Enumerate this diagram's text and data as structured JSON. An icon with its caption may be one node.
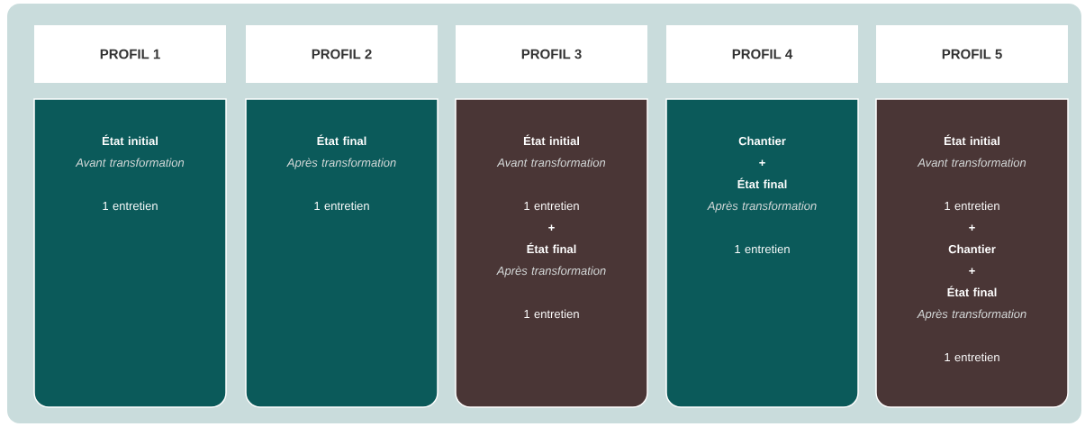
{
  "diagram": {
    "nodes": [
      {
        "text": [
          "PROFIL 1"
        ]
      },
      {
        "text": [
          "État initial",
          "Avant transformation",
          "1 entretien"
        ]
      },
      {
        "text": [
          "PROFIL 2"
        ]
      },
      {
        "text": [
          "État final",
          "Après transformation",
          "1 entretien"
        ]
      },
      {
        "text": [
          "PROFIL 3"
        ]
      },
      {
        "text": [
          "État initial",
          "Avant transformation",
          "1 entretien",
          "+",
          "État final",
          "Après transformation",
          "1 entretien"
        ]
      },
      {
        "text": [
          "PROFIL 4"
        ]
      },
      {
        "text": [
          "Chantier",
          "+",
          "État final",
          "Après transformation",
          "1 entretien"
        ]
      },
      {
        "text": [
          "PROFIL 5"
        ]
      },
      {
        "text": [
          "État initial",
          "Avant transformation",
          "1 entretien",
          "+",
          "Chantier",
          "+",
          "État final",
          "Après transformation",
          "1 entretien"
        ]
      }
    ]
  }
}
